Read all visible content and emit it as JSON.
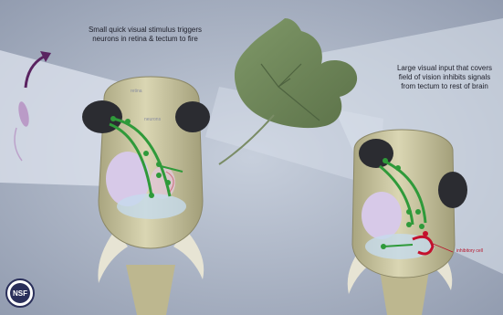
{
  "captions": {
    "small_stimulus": "Small quick visual stimulus triggers neurons in retina & tectum to fire",
    "large_input": "Large visual input that covers field of vision inhibits signals from tectum to rest of brain"
  },
  "labels": {
    "retina": "retina",
    "neurons": "neurons",
    "inhibitory_cell": "inhibitory cell"
  },
  "colors": {
    "background": "#a9b3c4",
    "beam": "#d8dfec",
    "body": "#cfcaa2",
    "eye": "#2b2c31",
    "neuron": "#2f9a3a",
    "inhibitory": "#c4112c",
    "leaf": "#6d845a",
    "arrow": "#5a2360"
  }
}
